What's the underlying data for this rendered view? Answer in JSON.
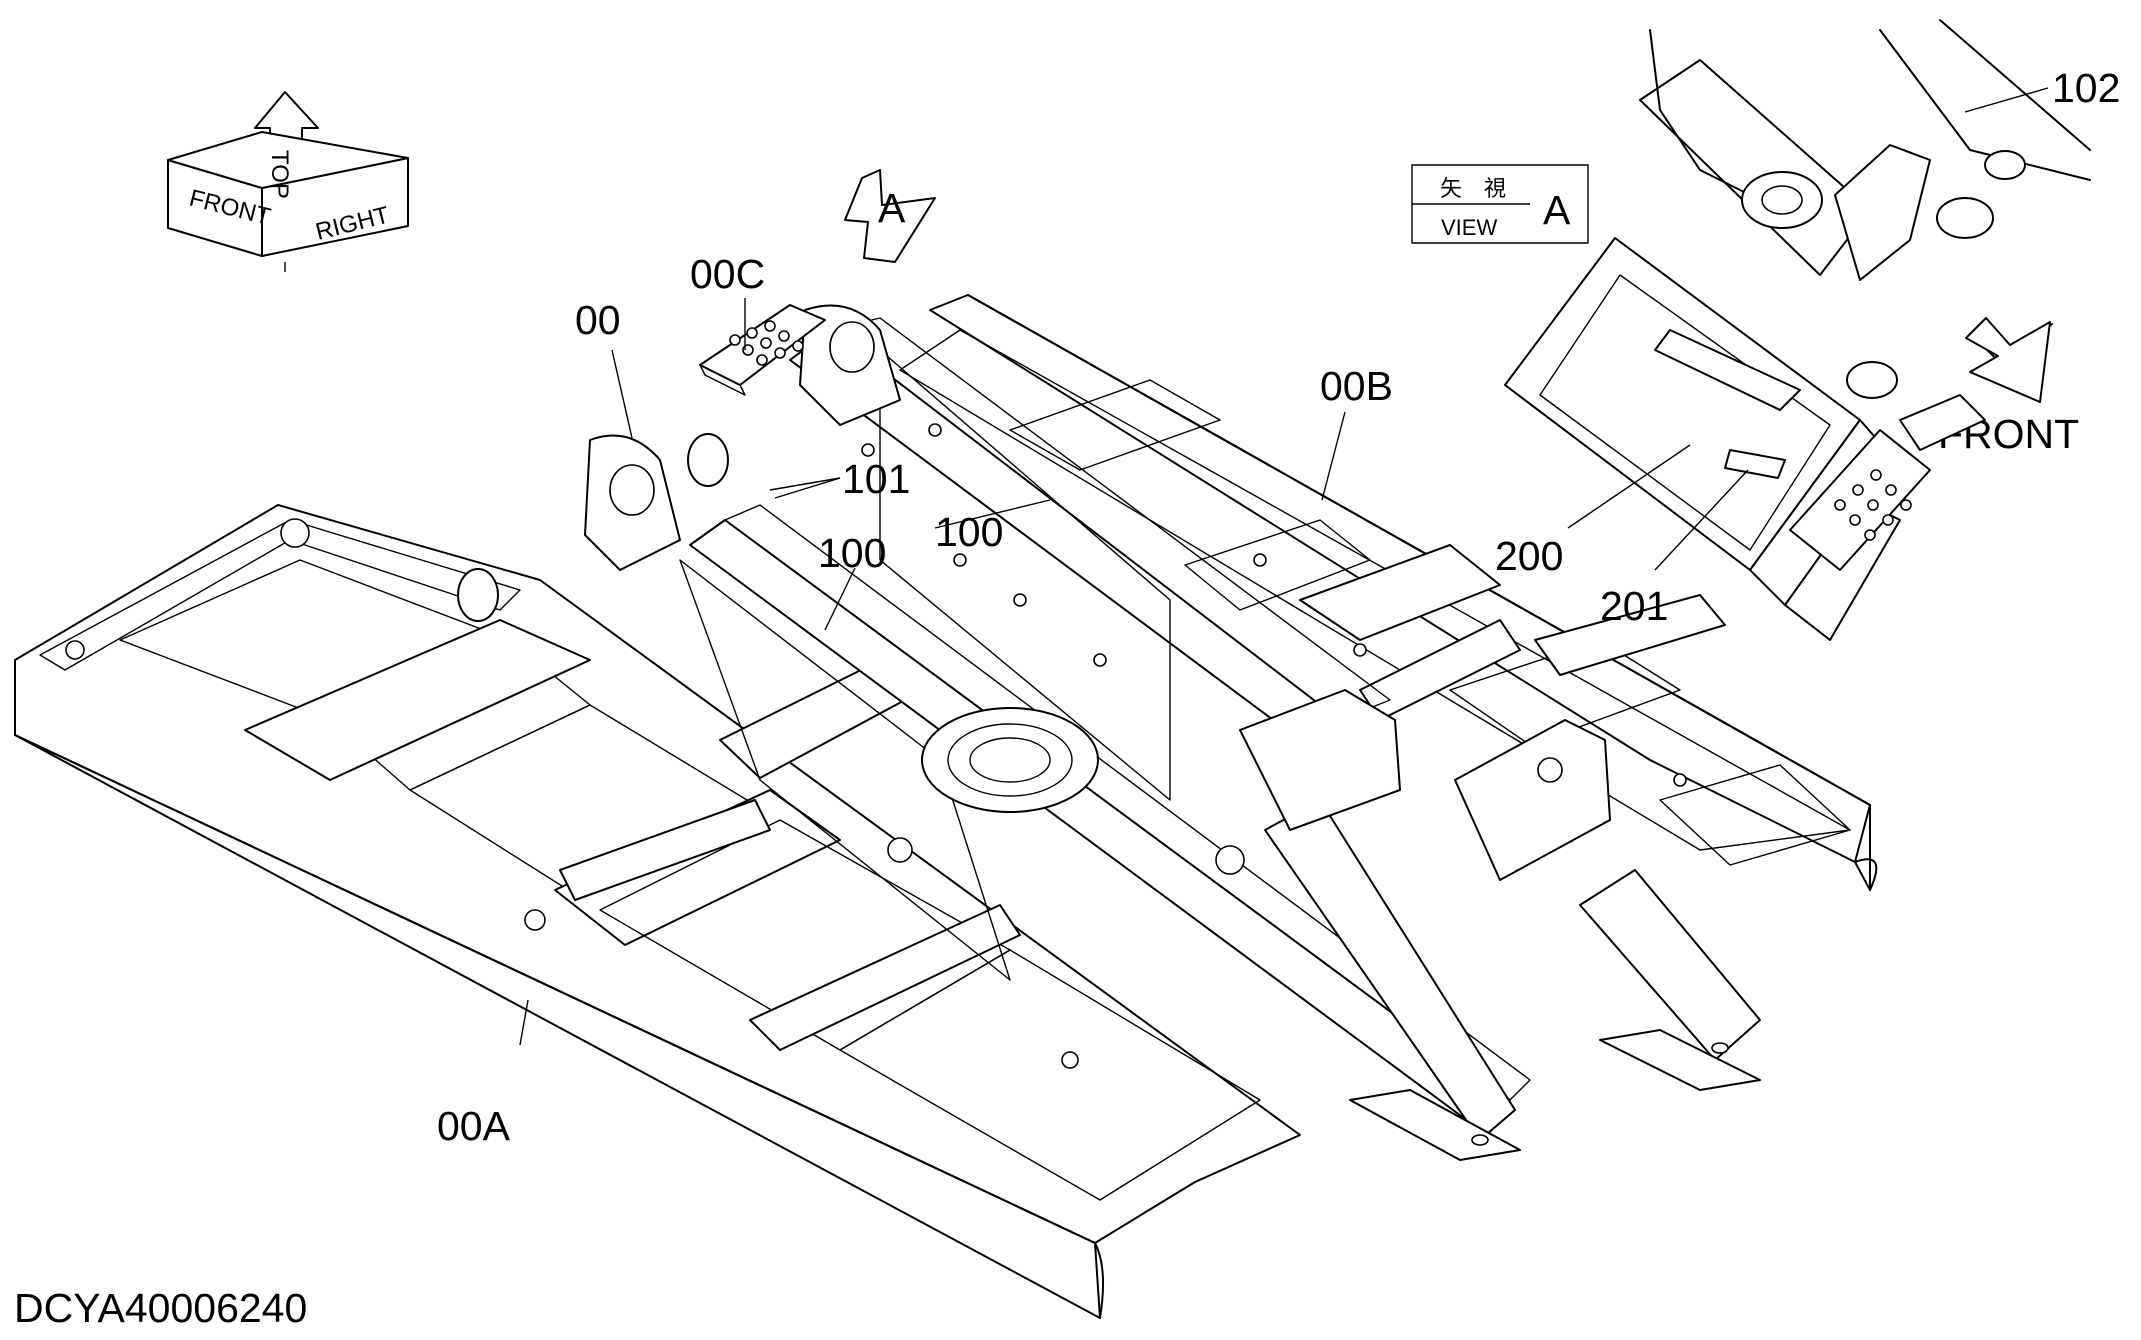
{
  "labels": {
    "part_00": "00",
    "part_00A": "00A",
    "part_00B": "00B",
    "part_00C": "00C",
    "part_100_a": "100",
    "part_100_b": "100",
    "part_101": "101",
    "part_102": "102",
    "part_200": "200",
    "part_201": "201"
  },
  "view_arrow": {
    "letter": "A"
  },
  "view_box": {
    "kanji": "矢　視",
    "word": "VIEW",
    "letter": "A"
  },
  "front_arrow": {
    "label": "FRONT"
  },
  "orientation_cube": {
    "front": "FRONT",
    "top": "TOP",
    "right": "RIGHT"
  },
  "drawing_id": "DCYA40006240",
  "colors": {
    "line": "#000000",
    "background": "#ffffff"
  }
}
